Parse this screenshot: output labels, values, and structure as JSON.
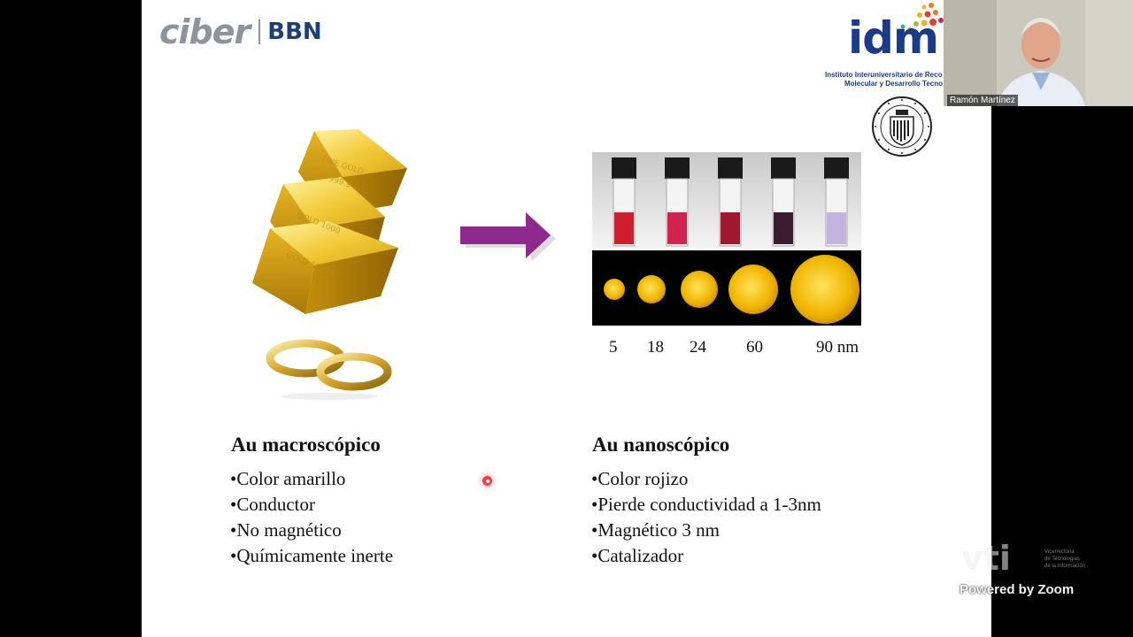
{
  "logos": {
    "ciber": "ciber",
    "bbn": "BBN",
    "idm": "idm",
    "idm_line1": "Instituto Interuniversitario de Reco",
    "idm_line2": "Molecular y Desarrollo Tecno"
  },
  "sizes": [
    "5",
    "18",
    "24",
    "60",
    "90 nm"
  ],
  "macro": {
    "heading": "Au macroscópico",
    "items": [
      "•Color amarillo",
      "•Conductor",
      "•No magnético",
      "•Químicamente inerte"
    ]
  },
  "nano": {
    "heading": "Au nanoscópico",
    "items": [
      "•Color rojizo",
      "•Pierde conductividad a 1-3nm",
      "•Magnético 3 nm",
      "•Catalizador"
    ]
  },
  "participant": {
    "name": "Ramón Martínez"
  },
  "watermark": {
    "logo": "vti",
    "line1": "Vicerrectoria",
    "line2": "de Tecnologias",
    "line3": "de la Información"
  },
  "zoom": {
    "label": "Powered by Zoom"
  },
  "colors": {
    "arrow": "#8e2a8e",
    "gold": "#e8b82a",
    "bbn": "#1d3f73",
    "idm": "#1a3a8a"
  }
}
